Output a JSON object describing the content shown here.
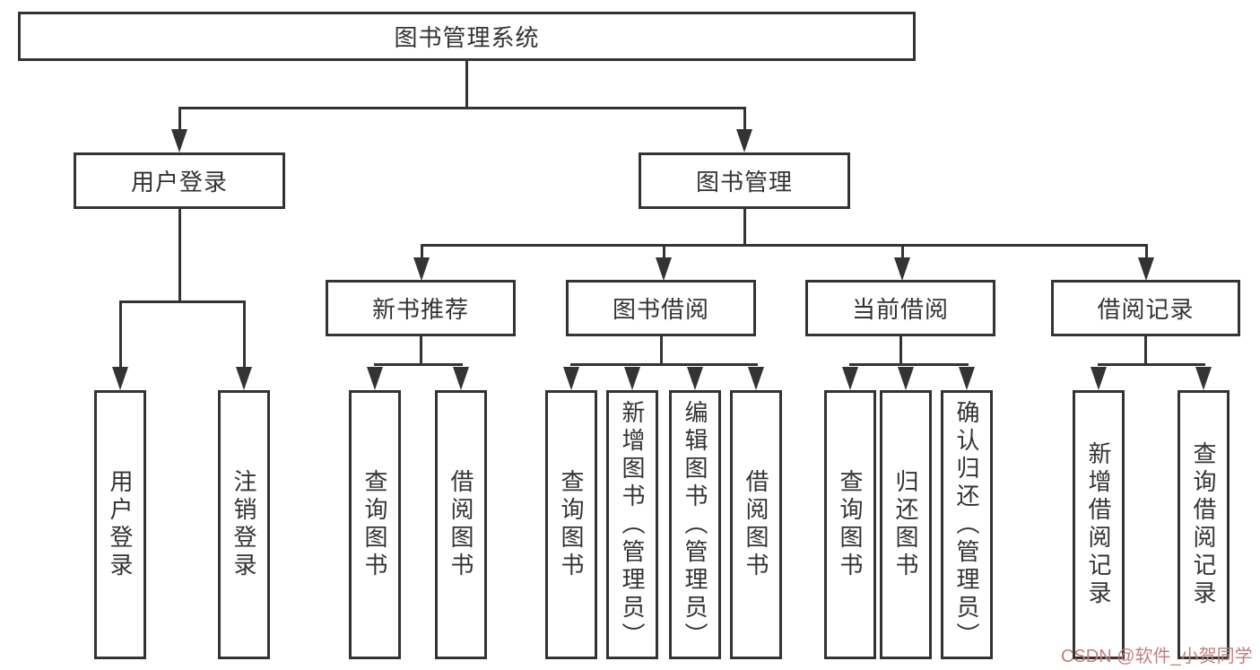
{
  "colors": {
    "line": "#333333",
    "text": "#333333",
    "bg": "#ffffff",
    "watermark": "#c07f7f"
  },
  "watermark": {
    "text": "CSDN @软件_小贺同学"
  },
  "tree": {
    "root": {
      "label": "图书管理系统",
      "children": [
        {
          "label": "用户登录",
          "children": [
            {
              "label": "用户登录"
            },
            {
              "label": "注销登录"
            }
          ]
        },
        {
          "label": "图书管理",
          "children": [
            {
              "label": "新书推荐",
              "children": [
                {
                  "label": "查询图书"
                },
                {
                  "label": "借阅图书"
                }
              ]
            },
            {
              "label": "图书借阅",
              "children": [
                {
                  "label": "查询图书"
                },
                {
                  "label": "新增图书（管理员）"
                },
                {
                  "label": "编辑图书（管理员）"
                },
                {
                  "label": "借阅图书"
                }
              ]
            },
            {
              "label": "当前借阅",
              "children": [
                {
                  "label": "查询图书"
                },
                {
                  "label": "归还图书"
                },
                {
                  "label": "确认归还（管理员）"
                }
              ]
            },
            {
              "label": "借阅记录",
              "children": [
                {
                  "label": "新增借阅记录"
                },
                {
                  "label": "查询借阅记录"
                }
              ]
            }
          ]
        }
      ]
    }
  }
}
